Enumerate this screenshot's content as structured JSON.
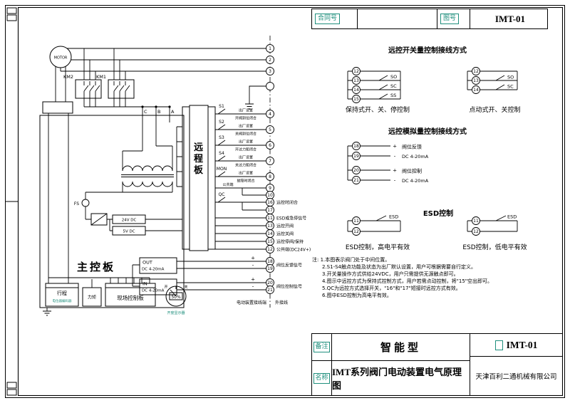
{
  "top_bar": {
    "contract_label": "合同号",
    "drawing_no_label": "图号",
    "drawing_no": "IMT-01"
  },
  "schematic": {
    "motor_label": "MOTOR",
    "km2_label": "KM2",
    "km1_label": "KM1",
    "phase_c": "C",
    "phase_b": "B",
    "phase_a": "A",
    "fs_label": "FS",
    "main_board_label": "主控板",
    "remote_board_label": "远程板",
    "power_terminals": [
      "1",
      "2",
      "3"
    ],
    "feedback_rows": [
      {
        "sw": "S1",
        "terminal": "4",
        "line1": "出厂设置",
        "line2": "开阀到位闭合"
      },
      {
        "sw": "S2",
        "terminal": "5",
        "line1": "出厂设置",
        "line2": "关阀到位闭合"
      },
      {
        "sw": "S3",
        "terminal": "6",
        "line1": "出厂设置",
        "line2": "开过力矩闭合"
      },
      {
        "sw": "S4",
        "terminal": "7",
        "line1": "出厂设置",
        "line2": "关过力矩闭合"
      },
      {
        "sw": "MON",
        "terminal": "8",
        "line1": "出厂设置",
        "line2": "故障时闭合"
      }
    ],
    "common_row": {
      "label": "公共端",
      "terminal1": "9",
      "terminal2": "10"
    },
    "remote_rows": [
      {
        "terminal": "16",
        "label": "远控时闭合",
        "sw": "QC"
      },
      {
        "terminal": "17",
        "label": ""
      },
      {
        "terminal": "11",
        "label": "ESD或急停信号"
      },
      {
        "terminal": "13",
        "label": "远控开阀"
      },
      {
        "terminal": "14",
        "label": "远控关阀"
      },
      {
        "terminal": "15",
        "label": "远控停阀/保持"
      },
      {
        "terminal": "12",
        "label": "公共端(DC24V+)"
      }
    ],
    "analog_out": {
      "name": "OUT",
      "range": "DC 4-20mA",
      "terminal1": "18",
      "terminal2": "19",
      "label": "阀位反馈信号"
    },
    "analog_in": {
      "name": "IN",
      "range": "DC 4-20mA",
      "terminal1": "20",
      "terminal2": "21",
      "label": "阀位控制信号"
    },
    "plus": "+",
    "minus": "-",
    "psu_box1": "24V DC",
    "psu_box2": "5V DC",
    "travel_label": "行程",
    "travel_sub": "电位器编码器",
    "torque_label": "力矩",
    "local_board_label": "现场控制板",
    "dial": {
      "value": "50%",
      "open": "开",
      "close": "关",
      "caption": "开度显示器"
    },
    "boundary_internal": "电动装置接线端",
    "boundary_external": "外接线"
  },
  "right_panel": {
    "switch_title": "远控开关量控制接线方式",
    "hold": {
      "caption": "保持式开、关、停控制",
      "terminals": [
        "12",
        "13",
        "14",
        "15"
      ],
      "switches": [
        "SO",
        "SC",
        "SS"
      ]
    },
    "jog": {
      "caption": "点动式开、关控制",
      "terminals": [
        "12",
        "13",
        "14"
      ],
      "switches": [
        "SO",
        "SC"
      ]
    },
    "analog_title": "远控模拟量控制接线方式",
    "analog": {
      "terminals": [
        "18",
        "19",
        "20",
        "21"
      ],
      "signs": [
        "+",
        "-",
        "+",
        "-"
      ],
      "feedback_label": "阀位反馈",
      "feedback_range": "DC 4-20mA",
      "control_label": "阀位控制",
      "control_range": "DC 4-20mA"
    },
    "esd_title": "ESD控制",
    "esd_high": {
      "caption": "ESD控制，高电平有效",
      "terminals": [
        "11",
        "12"
      ],
      "switch": "ESD"
    },
    "esd_low": {
      "caption": "ESD控制，低电平有效",
      "terminals": [
        "11",
        "12"
      ],
      "switch": "ESD"
    }
  },
  "notes": {
    "line1": "注: 1.本图表示阀门处于中间位置。",
    "line2": "2.S1-S4触点功能及状态为出厂默认设置，用户可根据需要自行定义。",
    "line3": "3.开关量操作方式供给24VDC，用户只需提供无源触点即可。",
    "line4": "4.图示中远控方式为保持式控制方式，用户若需点动控制，将\"15\"空出即可。",
    "line5": "5.QC为远控方式选择开关，\"16\"和\"17\"短接时远控方式有效。",
    "line6": "6.图中ESD控制为高电平有效。"
  },
  "bottom_block": {
    "remark_label": "备注",
    "remark_value": "智能型",
    "name_label": "名称",
    "name_value": "IMT系列阀门电动装置电气原理图",
    "drawing_no": "IMT-01",
    "company": "天津百利二通机械有限公司"
  }
}
